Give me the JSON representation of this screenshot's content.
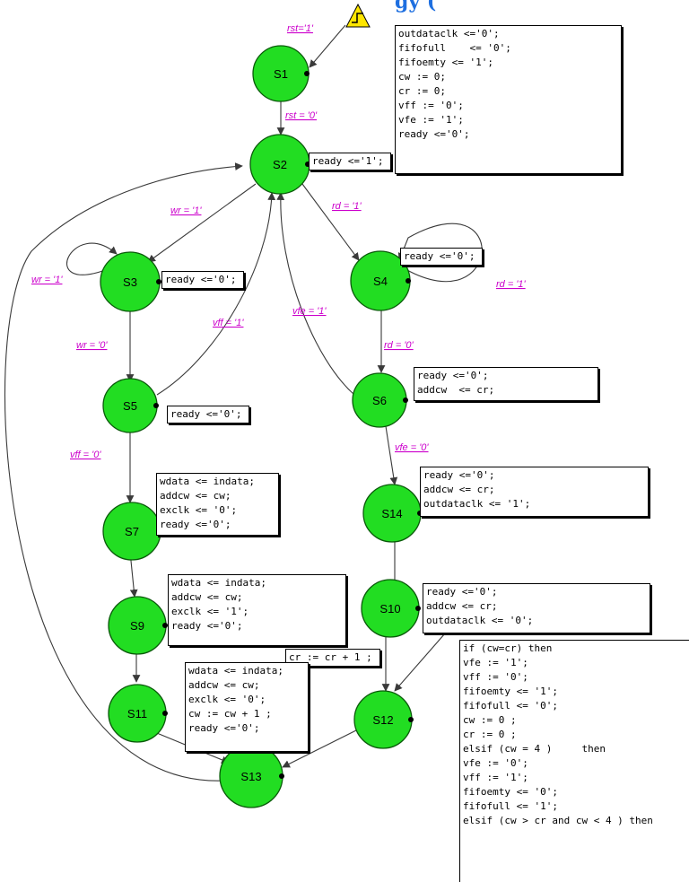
{
  "heading_fragment": "gy (",
  "colors": {
    "state_fill": "#22dd22",
    "condition_text": "#cc00cc",
    "heading": "#1e6fe0"
  },
  "reset_trigger_icon": "rising-edge-warning-icon",
  "states": {
    "s1": "S1",
    "s2": "S2",
    "s3": "S3",
    "s4": "S4",
    "s5": "S5",
    "s6": "S6",
    "s7": "S7",
    "s9": "S9",
    "s10": "S10",
    "s11": "S11",
    "s12": "S12",
    "s13": "S13",
    "s14": "S14"
  },
  "conditions": {
    "rst_high": "rst='1'",
    "rst_low": "rst = '0'",
    "wr_high_s2": "wr = '1'",
    "rd_high_s2": "rd = '1'",
    "wr_high_s3": "wr = '1'",
    "rd_high_s4": "rd = '1'",
    "wr_low": "wr = '0'",
    "vff_high": "vff = '1'",
    "vfe_high": "vfe = '1'",
    "rd_low": "rd = '0'",
    "vff_low": "vff = '0'",
    "vfe_low": "vfe = '0'"
  },
  "actions": {
    "s1": [
      "outdataclk <='0';",
      "fifofull    <= '0';",
      "fifoemty <= '1';",
      "cw := 0;",
      "cr := 0;",
      "vff := '0';",
      "vfe := '1';",
      "ready <='0';"
    ],
    "s2": [
      "ready <='1';"
    ],
    "s3": [
      "ready <='0';"
    ],
    "s4": [
      "ready <='0';"
    ],
    "s5": [
      "ready <='0';"
    ],
    "s6": [
      "ready <='0';",
      "addcw  <= cr;"
    ],
    "s7": [
      "wdata <= indata;",
      "addcw <= cw;",
      "exclk <= '0';",
      "ready <='0';"
    ],
    "s14": [
      "ready <='0';",
      "addcw <= cr;",
      "outdataclk <= '1';"
    ],
    "s9": [
      "wdata <= indata;",
      "addcw <= cw;",
      "exclk <= '1';",
      "ready <='0';"
    ],
    "s10": [
      "ready <='0';",
      "addcw <= cr;",
      "outdataclk <= '0';"
    ],
    "cr_inc": [
      "cr := cr + 1 ;"
    ],
    "s11": [
      "wdata <= indata;",
      "addcw <= cw;",
      "exclk <= '0';",
      "cw := cw + 1 ;",
      "ready <='0';"
    ],
    "s12": [
      "if (cw=cr) then",
      "vfe := '1';",
      "vff := '0';",
      "fifoemty <= '1';",
      "fifofull <= '0';",
      "cw := 0 ;",
      "cr := 0 ;",
      "elsif (cw = 4 )     then",
      "vfe := '0';",
      "vff := '1';",
      "fifoemty <= '0';",
      "fifofull <= '1';",
      "elsif (cw > cr and cw < 4 ) then"
    ]
  }
}
